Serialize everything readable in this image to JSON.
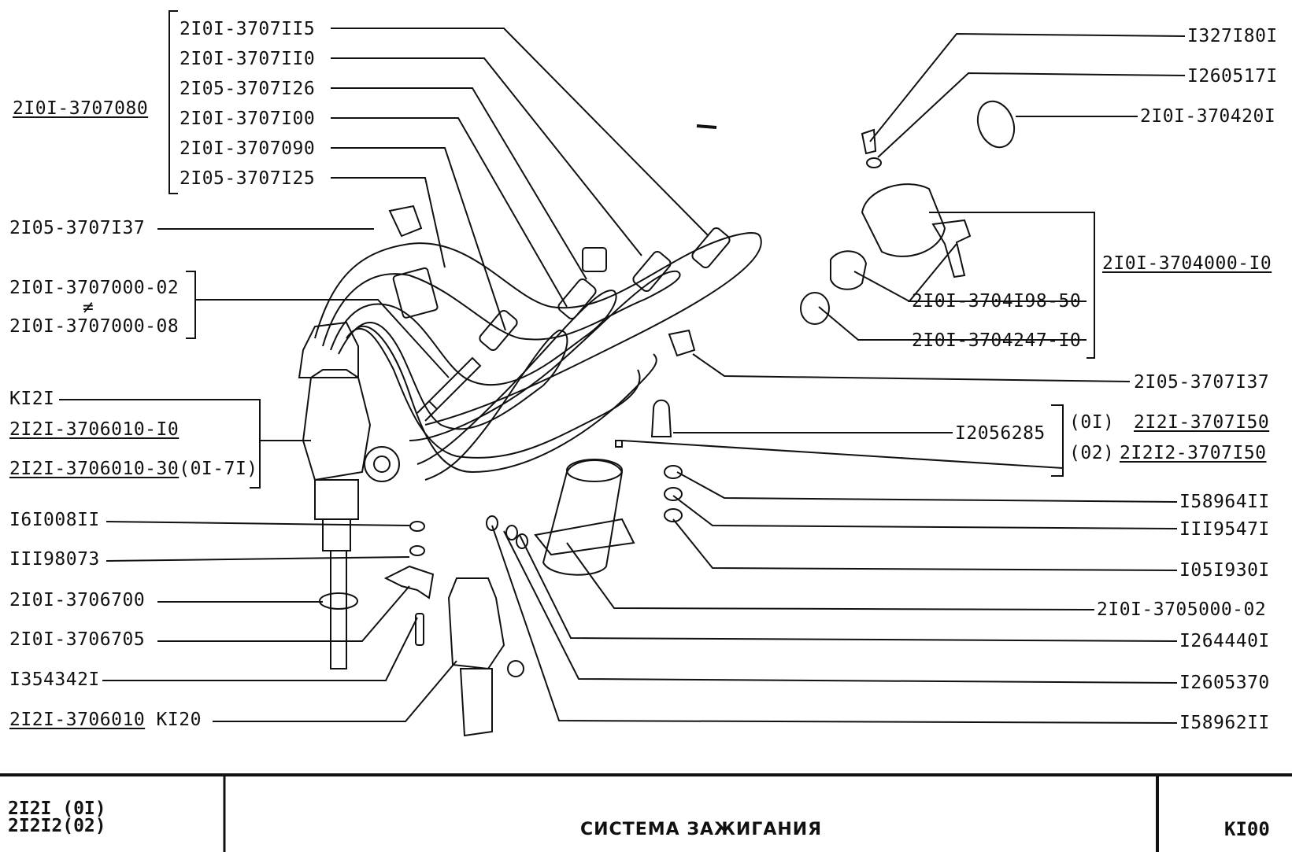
{
  "labels": {
    "l1": "2I0I-3707II5",
    "l2": "2I0I-3707II0",
    "l3": "2I05-3707I26",
    "l4": "2I0I-3707I00",
    "l5": "2I0I-3707090",
    "l6": "2I05-3707I25",
    "l7": "2I0I-3707080",
    "l8": "2I05-3707I37",
    "l9": "2I0I-3707000-02",
    "l9b": "≠",
    "l10": "2I0I-3707000-08",
    "l11": "KI2I",
    "l12": "2I2I-3706010-I0",
    "l13a": "2I2I-3706010-30",
    "l13b": "(0I-7I)",
    "l14": "I6I008II",
    "l15": "III98073",
    "l16": "2I0I-3706700",
    "l17": "2I0I-3706705",
    "l18": "I354342I",
    "l19a": "2I2I-3706010",
    "l19b": "KI20",
    "r1": "I327I80I",
    "r2": "I260517I",
    "r3": "2I0I-370420I",
    "r4": "2I0I-3704000-I0",
    "r5": "2I0I-3704I98-50",
    "r6": "2I0I-3704247-I0",
    "r7": "2I05-3707I37",
    "r8": "I2056285",
    "r9a": "(0I)",
    "r9b": "2I2I-3707I50",
    "r10a": "(02)",
    "r10b": "2I2I2-3707I50",
    "r11": "I58964II",
    "r12": "III9547I",
    "r13": "I05I930I",
    "r14": "2I0I-3705000-02",
    "r15": "I264440I",
    "r16": "I2605370",
    "r17": "I58962II"
  },
  "footer": {
    "models_line1": "2I2I (0I)",
    "models_line2": "2I2I2(02)",
    "title": "СИСТЕМА ЗАЖИГАНИЯ",
    "code": "KI00"
  }
}
